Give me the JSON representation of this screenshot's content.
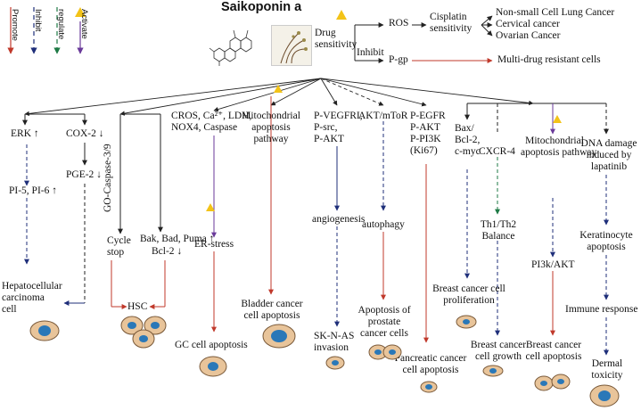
{
  "title": "Saikoponin a",
  "legend": {
    "promote": "Promote",
    "inhibit": "Inhibit",
    "regulate": "regulate",
    "activate": "Activate"
  },
  "top": {
    "drug_sensitivity": "Drug\nsensitivity",
    "ros": "ROS",
    "cisplatin_sensitivity": "Cisplatin\nsensitivity",
    "cancers": "Non-small Cell Lung Cancer\nCervical cancer\nOvarian Cancer",
    "inhibit_label": "Inhibit",
    "pgp": "P-gp",
    "mdr": "Multi-drug resistant cells"
  },
  "nodes": {
    "erk": "ERK",
    "cox2": "COX-2",
    "pi5": "PI-5, PI-6",
    "pge2": "PGE-2",
    "hcc": "Hepatocellular\ncarcinoma\ncell",
    "go_caspase": "GO-Caspase-3/9",
    "cycle_stop": "Cycle\nstop",
    "bak": "Bak, Bad, Puma",
    "bcl2": "Bcl-2",
    "hsc": "HSC",
    "cros": "CROS, Ca²⁺, LDH,\nNOX4, Caspase",
    "er_stress": "ER-stress",
    "gc": "GC cell apoptosis",
    "mito1": "Mitochondrial\napoptosis\npathway",
    "bladder": "Bladder cancer\ncell apoptosis",
    "pvegfr": "P-VEGFRI,\nP-src,\nP-AKT",
    "angio": "angiogenesis",
    "sknas": "SK-N-AS\ninvasion",
    "aktm": "AKT/mToR",
    "autophagy": "autophagy",
    "prostate": "Apoptosis of\nprostate\ncancer cells",
    "pegfr": "P-EGFR\nP-AKT\nP-PI3K\n(Ki67)",
    "pancreatic": "Pancreatic cancer\ncell apoptosis",
    "bax": "Bax/\nBcl-2,\nc-myc",
    "bc_prolif": "Breast cancer cell\nproliferation",
    "cxcr4": "CXCR-4",
    "th": "Th1/Th2\nBalance",
    "bc_growth": "Breast cancer\ncell growth",
    "mito2": "Mitochondrial\napoptosis pathway",
    "pi3k": "PI3k/AKT",
    "bc_apop": "Breast cancer\ncell apoptosis",
    "dna": "DNA damage\ninduced by\nlapatinib",
    "kera": "Keratinocyte\napoptosis",
    "immune": "Immune response",
    "dermal": "Dermal\ntoxicity"
  },
  "colors": {
    "promote": "#c0392b",
    "inhibit": "#1f2f7a",
    "regulate": "#1e7a45",
    "activate": "#6a3a9a",
    "warning": "#f3c318"
  },
  "icons": [
    "molecule-icon",
    "herb-icon",
    "cell-icon",
    "warning-triangle-icon"
  ]
}
